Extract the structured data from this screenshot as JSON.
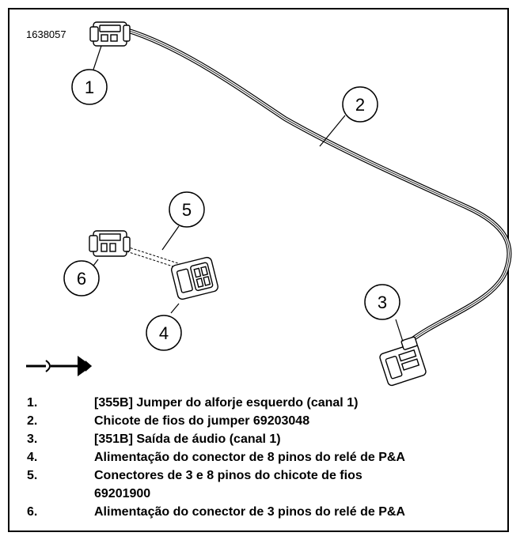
{
  "figure_id": "1638057",
  "callouts": [
    "1",
    "2",
    "3",
    "4",
    "5",
    "6"
  ],
  "legend": [
    {
      "num": "1.",
      "text": "[355B] Jumper do alforje esquerdo (canal 1)"
    },
    {
      "num": "2.",
      "text": "Chicote de fios do jumper 69203048"
    },
    {
      "num": "3.",
      "text": "[351B] Saída de áudio (canal 1)"
    },
    {
      "num": "4.",
      "text": "Alimentação do conector de 8 pinos do relé de P&A"
    },
    {
      "num": "5.",
      "text": "Conectores de 3 e 8 pinos do chicote de fios\n69201900"
    },
    {
      "num": "6.",
      "text": "Alimentação do conector de 3 pinos do relé de P&A"
    }
  ],
  "icons": {
    "connector_symbol": "connector-mate-arrow-icon"
  }
}
